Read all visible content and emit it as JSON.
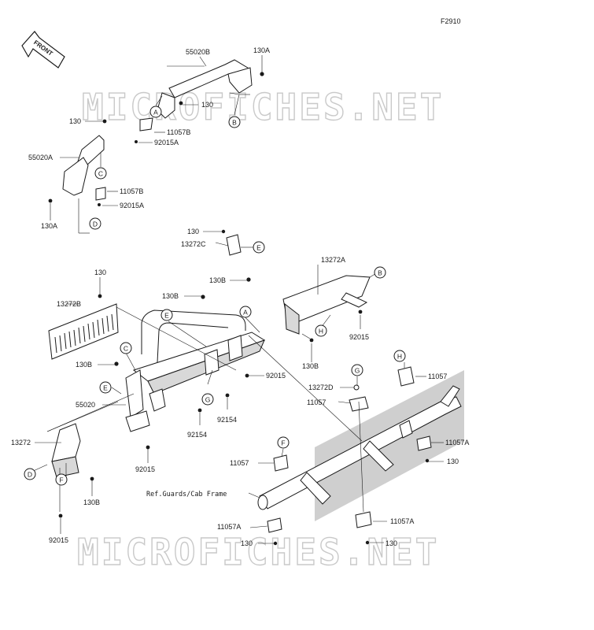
{
  "figure_id": "F2910",
  "front_label": "FRONT",
  "watermark": "MICROFICHES.NET",
  "ref_note": "Ref.Guards/Cab Frame",
  "labels": {
    "p55020B": "55020B",
    "p130A_top": "130A",
    "p130_a": "130",
    "p130_b": "130",
    "p11057B_a": "11057B",
    "p92015A_a": "92015A",
    "p55020A": "55020A",
    "p11057B_b": "11057B",
    "p92015A_b": "92015A",
    "p130A_left": "130A",
    "p130_c": "130",
    "p13272C": "13272C",
    "p13272A": "13272A",
    "p130B_a": "130B",
    "p130_d": "130",
    "p130B_b": "130B",
    "p13272B": "13272B",
    "p92015_a": "92015",
    "p130B_c": "130B",
    "p92015_b": "92015",
    "p13272D": "13272D",
    "p11057_a": "11057",
    "p11057_b": "11057",
    "p92154_a": "92154",
    "p55020": "55020",
    "p92154_b": "92154",
    "p13272": "13272",
    "p11057A_a": "11057A",
    "p130_e": "130",
    "p92015_c": "92015",
    "p130B_d": "130B",
    "p11057_c": "11057",
    "p92015_d": "92015",
    "p11057A_b": "11057A",
    "p130_f": "130",
    "p11057A_c": "11057A",
    "p130_g": "130"
  },
  "callouts": {
    "A1": "A",
    "B1": "B",
    "C1": "C",
    "D1": "D",
    "E1": "E",
    "B2": "B",
    "H1": "H",
    "A2": "A",
    "E2": "E",
    "C2": "C",
    "E3": "E",
    "G1": "G",
    "G2": "G",
    "H2": "H",
    "D2": "D",
    "F1": "F",
    "F2": "F"
  }
}
